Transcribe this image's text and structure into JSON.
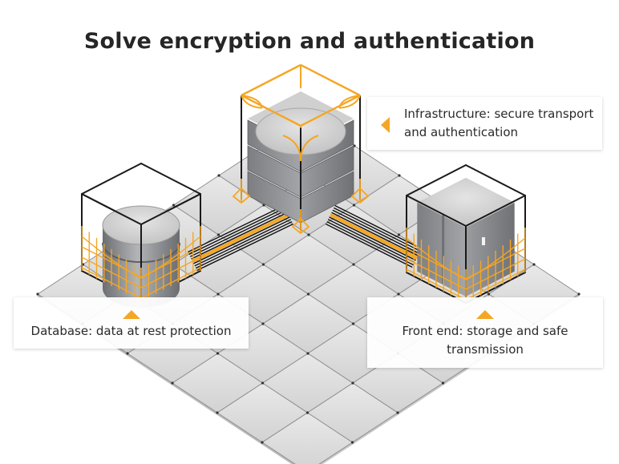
{
  "title": "Solve encryption and authentication",
  "colors": {
    "accent": "#f5a623",
    "frame": "#1a1a1a",
    "tile": "#dcdcdc",
    "block": "#8e9094"
  },
  "captions": {
    "infrastructure": {
      "text": "Infrastructure: secure transport and authentication",
      "pointer": "left-arrow"
    },
    "database": {
      "text": "Database: data at rest protection",
      "pointer": "up-arrow"
    },
    "frontend": {
      "text": "Front end: storage and safe transmission",
      "pointer": "up-arrow"
    }
  },
  "nodes": [
    {
      "id": "infrastructure",
      "shape": "stacked-server"
    },
    {
      "id": "database",
      "shape": "cylinder"
    },
    {
      "id": "frontend",
      "shape": "cube"
    }
  ],
  "links": [
    {
      "from": "infrastructure",
      "to": "database"
    },
    {
      "from": "infrastructure",
      "to": "frontend"
    }
  ],
  "grid": {
    "rows": 6,
    "cols": 6
  }
}
